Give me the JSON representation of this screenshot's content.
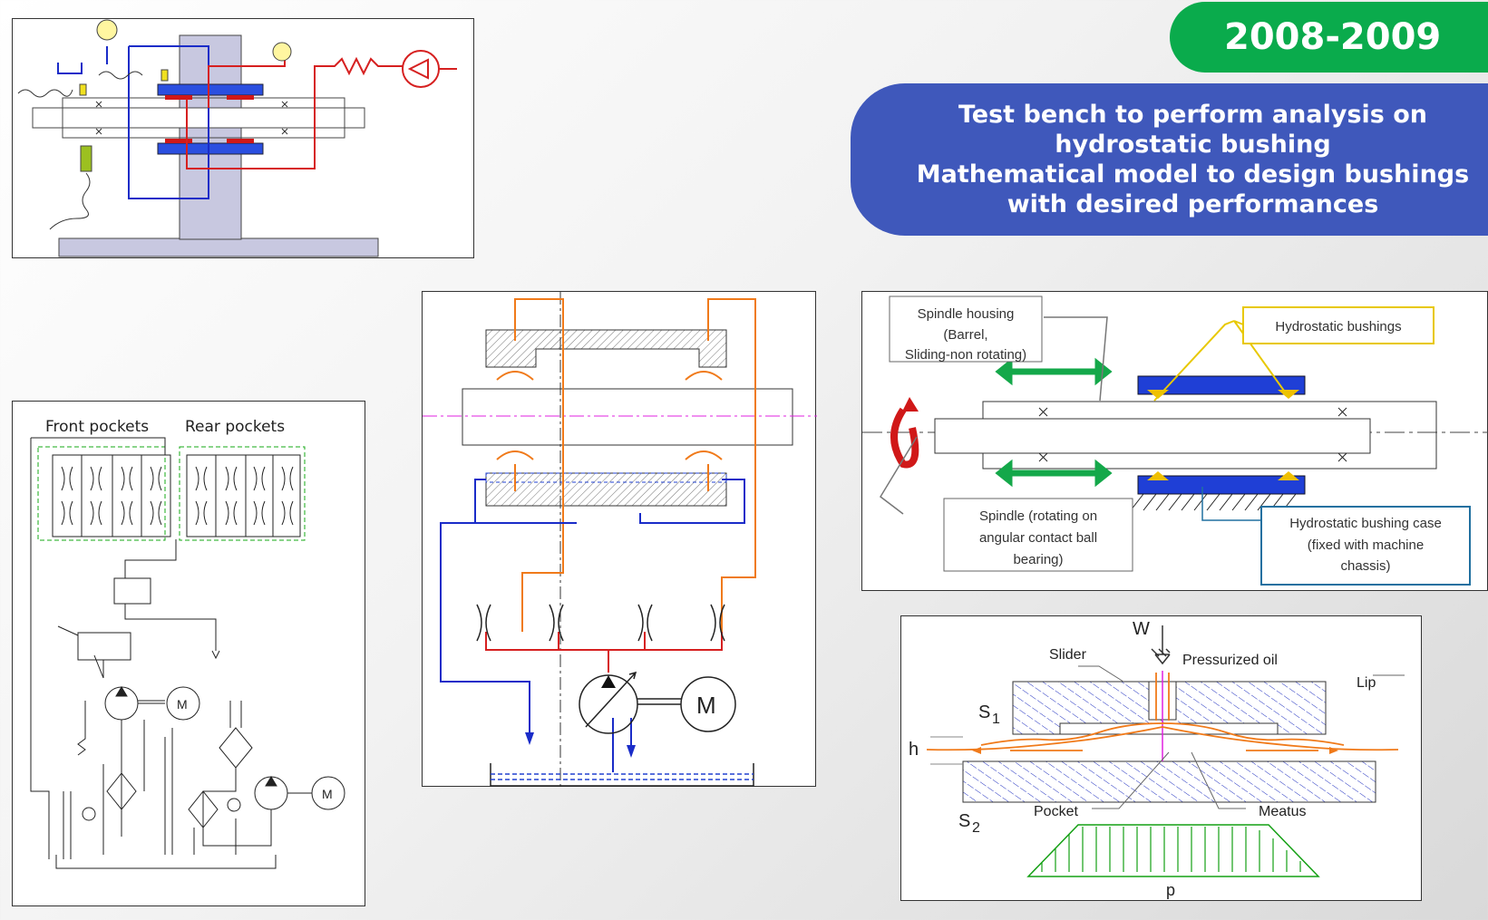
{
  "header": {
    "years": "2008-2009",
    "title_lines": [
      "Test bench to perform analysis  on",
      "hydrostatic bushing",
      "Mathematical model to design bushings",
      "with  desired performances"
    ]
  },
  "hydraulic_scheme": {
    "front_label": "Front  pockets",
    "rear_label": "Rear  pockets",
    "motor_label_1": "M",
    "motor_label_2": "M"
  },
  "circuit": {
    "motor_label": "M"
  },
  "spindle_diagram": {
    "housing_label": [
      "Spindle housing",
      "(Barrel,",
      "Sliding-non rotating)"
    ],
    "bushings_label": "Hydrostatic bushings",
    "spindle_label": [
      "Spindle (rotating on",
      "angular contact ball",
      "bearing)"
    ],
    "case_label": [
      "Hydrostatic bushing case",
      "(fixed with machine",
      "chassis)"
    ]
  },
  "pad_diagram": {
    "load": "W",
    "oil": "Pressurized oil",
    "slider": "Slider",
    "lip": "Lip",
    "s1": "S",
    "s1_sub": "1",
    "s2": "S",
    "s2_sub": "2",
    "h": "h",
    "pocket": "Pocket",
    "meatus": "Meatus",
    "p": "p"
  },
  "colors": {
    "green": "#0aab4c",
    "blue_box": "#3f58bb",
    "bushing_blue": "#1f3fd6",
    "oil_orange": "#f07a1a",
    "hydraulic_red": "#d62020"
  }
}
